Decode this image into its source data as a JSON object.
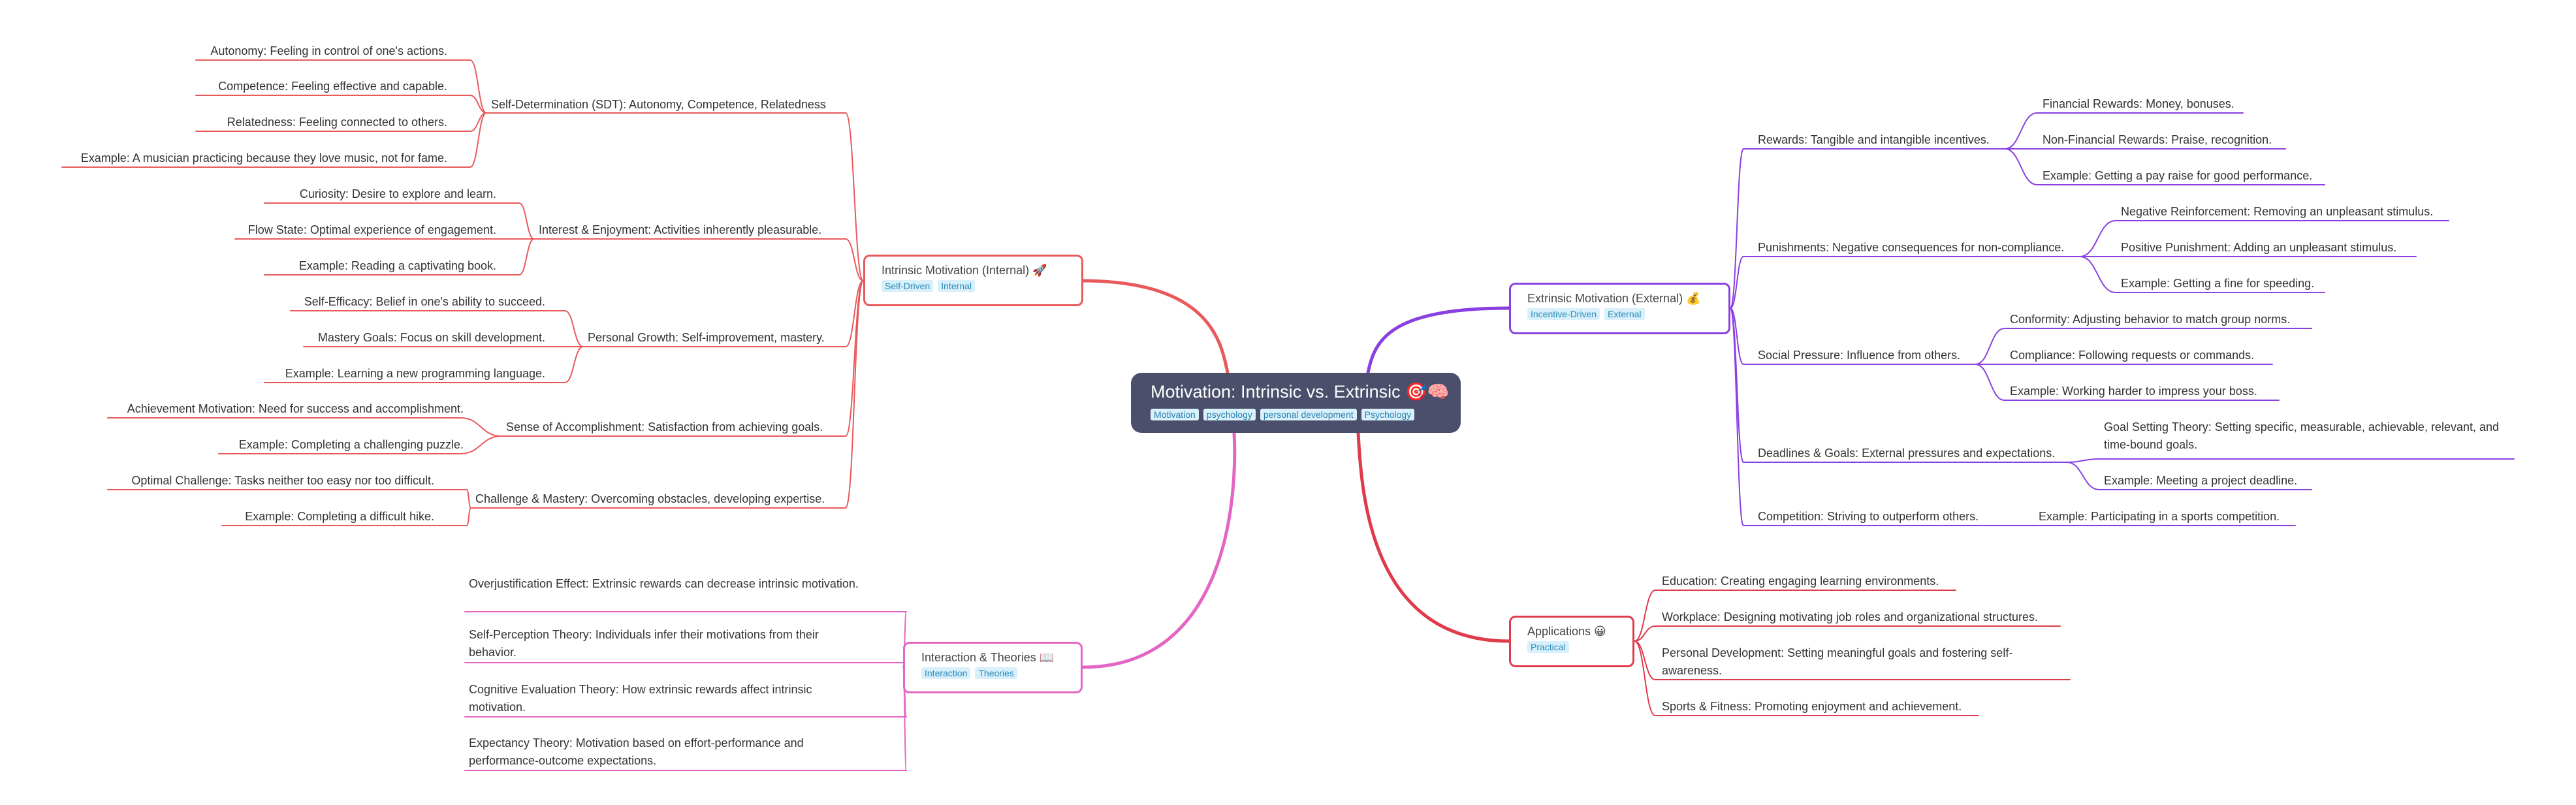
{
  "colors": {
    "intrinsic": "#e8595b",
    "extrinsic": "#8a3fe0",
    "interaction": "#e466c4",
    "applications": "#df3b4b",
    "root_bg": "#4b4f6b"
  },
  "root": {
    "title": "Motivation: Intrinsic vs. Extrinsic 🎯🧠",
    "tags": [
      "Motivation",
      "psychology",
      "personal development",
      "Psychology"
    ]
  },
  "intrinsic": {
    "title": "Intrinsic Motivation (Internal) 🚀",
    "tags": [
      "Self-Driven",
      "Internal"
    ],
    "sdt": {
      "label": "Self-Determination (SDT): Autonomy, Competence, Relatedness",
      "items": [
        "Autonomy: Feeling in control of one's actions.",
        "Competence: Feeling effective and capable.",
        "Relatedness: Feeling connected to others.",
        "Example:  A musician practicing because they love music, not for fame."
      ]
    },
    "interest": {
      "label": "Interest & Enjoyment: Activities inherently pleasurable.",
      "items": [
        "Curiosity: Desire to explore and learn.",
        "Flow State: Optimal experience of engagement.",
        "Example: Reading a captivating book."
      ]
    },
    "growth": {
      "label": "Personal Growth: Self-improvement, mastery.",
      "items": [
        "Self-Efficacy: Belief in one's ability to succeed.",
        "Mastery Goals: Focus on skill development.",
        "Example: Learning a new programming language."
      ]
    },
    "accomplishment": {
      "label": "Sense of Accomplishment: Satisfaction from achieving goals.",
      "items": [
        "Achievement Motivation: Need for success and accomplishment.",
        "Example: Completing a challenging puzzle."
      ]
    },
    "challenge": {
      "label": "Challenge & Mastery: Overcoming obstacles, developing expertise.",
      "items": [
        "Optimal Challenge: Tasks neither too easy nor too difficult.",
        "Example: Completing a difficult hike."
      ]
    }
  },
  "extrinsic": {
    "title": "Extrinsic Motivation (External) 💰",
    "tags": [
      "Incentive-Driven",
      "External"
    ],
    "rewards": {
      "label": "Rewards: Tangible and intangible incentives.",
      "items": [
        "Financial Rewards: Money, bonuses.",
        "Non-Financial Rewards: Praise, recognition.",
        "Example: Getting a pay raise for good performance."
      ]
    },
    "punishments": {
      "label": "Punishments: Negative consequences for non-compliance.",
      "items": [
        "Negative Reinforcement: Removing an unpleasant stimulus.",
        "Positive Punishment: Adding an unpleasant stimulus.",
        "Example: Getting a fine for speeding."
      ]
    },
    "social": {
      "label": "Social Pressure: Influence from others.",
      "items": [
        "Conformity: Adjusting behavior to match group norms.",
        "Compliance: Following requests or commands.",
        "Example:  Working harder to impress your boss."
      ]
    },
    "deadlines": {
      "label": "Deadlines & Goals: External pressures and expectations.",
      "items": [
        "Goal Setting Theory: Setting specific, measurable, achievable, relevant, and time-bound goals.",
        "Example: Meeting a project deadline."
      ]
    },
    "competition": {
      "label": "Competition: Striving to outperform others.",
      "items": [
        "Example: Participating in a sports competition."
      ]
    }
  },
  "interaction": {
    "title": "Interaction & Theories 📖",
    "tags": [
      "Interaction",
      "Theories"
    ],
    "items": [
      "Overjustification Effect: Extrinsic rewards can decrease intrinsic motivation.",
      "Self-Perception Theory:  Individuals infer their motivations from their behavior.",
      "Cognitive Evaluation Theory: How extrinsic rewards affect intrinsic motivation.",
      "Expectancy Theory: Motivation based on effort-performance and performance-outcome expectations."
    ]
  },
  "applications": {
    "title": "Applications 😀",
    "tags": [
      "Practical"
    ],
    "items": [
      "Education:  Creating engaging learning environments.",
      "Workplace: Designing motivating job roles and organizational structures.",
      "Personal Development:  Setting meaningful goals and fostering self-awareness.",
      "Sports & Fitness: Promoting enjoyment and achievement."
    ]
  }
}
